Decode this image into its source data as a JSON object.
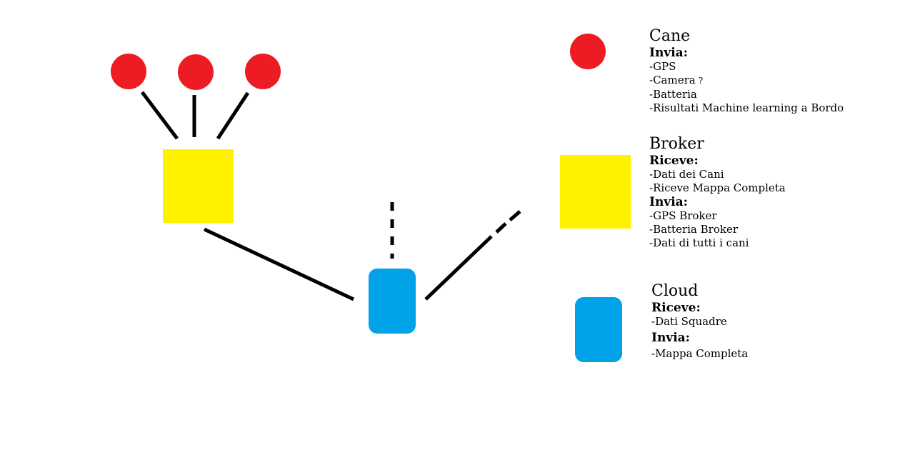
{
  "colors": {
    "cane": "#ed1c24",
    "broker": "#fff200",
    "cloud": "#00a2e8",
    "line": "#000000"
  },
  "legend": {
    "cane": {
      "title": "Cane",
      "send_label": "Invia:",
      "send_items": [
        "-GPS",
        "-Camera",
        "-Batteria",
        "-Risultati Machine learning a Bordo"
      ],
      "camera_mark": "?"
    },
    "broker": {
      "title": "Broker",
      "receive_label": "Riceve:",
      "receive_items": [
        "-Dati dei Cani",
        "-Riceve Mappa Completa"
      ],
      "send_label": "Invia:",
      "send_items": [
        "-GPS Broker",
        "-Batteria Broker",
        "-Dati di tutti i cani"
      ]
    },
    "cloud": {
      "title": "Cloud",
      "receive_label": "Riceve:",
      "receive_items": [
        "-Dati Squadre"
      ],
      "send_label": "Invia:",
      "send_items": [
        "-Mappa Completa"
      ]
    }
  }
}
